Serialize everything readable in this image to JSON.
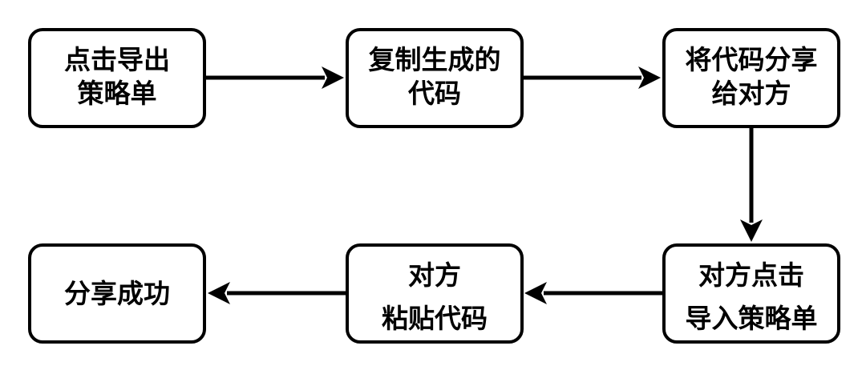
{
  "colors": {
    "stroke": "#000000",
    "fill": "#ffffff"
  },
  "nodes": [
    {
      "id": "n1",
      "lines": [
        "点击导出",
        "策略单"
      ]
    },
    {
      "id": "n2",
      "lines": [
        "复制生成的",
        "代码"
      ]
    },
    {
      "id": "n3",
      "lines": [
        "将代码分享",
        "给对方"
      ]
    },
    {
      "id": "n4",
      "lines": [
        "对方点击",
        "导入策略单"
      ]
    },
    {
      "id": "n5",
      "lines": [
        "对方",
        "粘贴代码"
      ]
    },
    {
      "id": "n6",
      "lines": [
        "分享成功"
      ]
    }
  ],
  "edges": [
    {
      "from": "n1",
      "to": "n2"
    },
    {
      "from": "n2",
      "to": "n3"
    },
    {
      "from": "n3",
      "to": "n4"
    },
    {
      "from": "n4",
      "to": "n5"
    },
    {
      "from": "n5",
      "to": "n6"
    }
  ]
}
